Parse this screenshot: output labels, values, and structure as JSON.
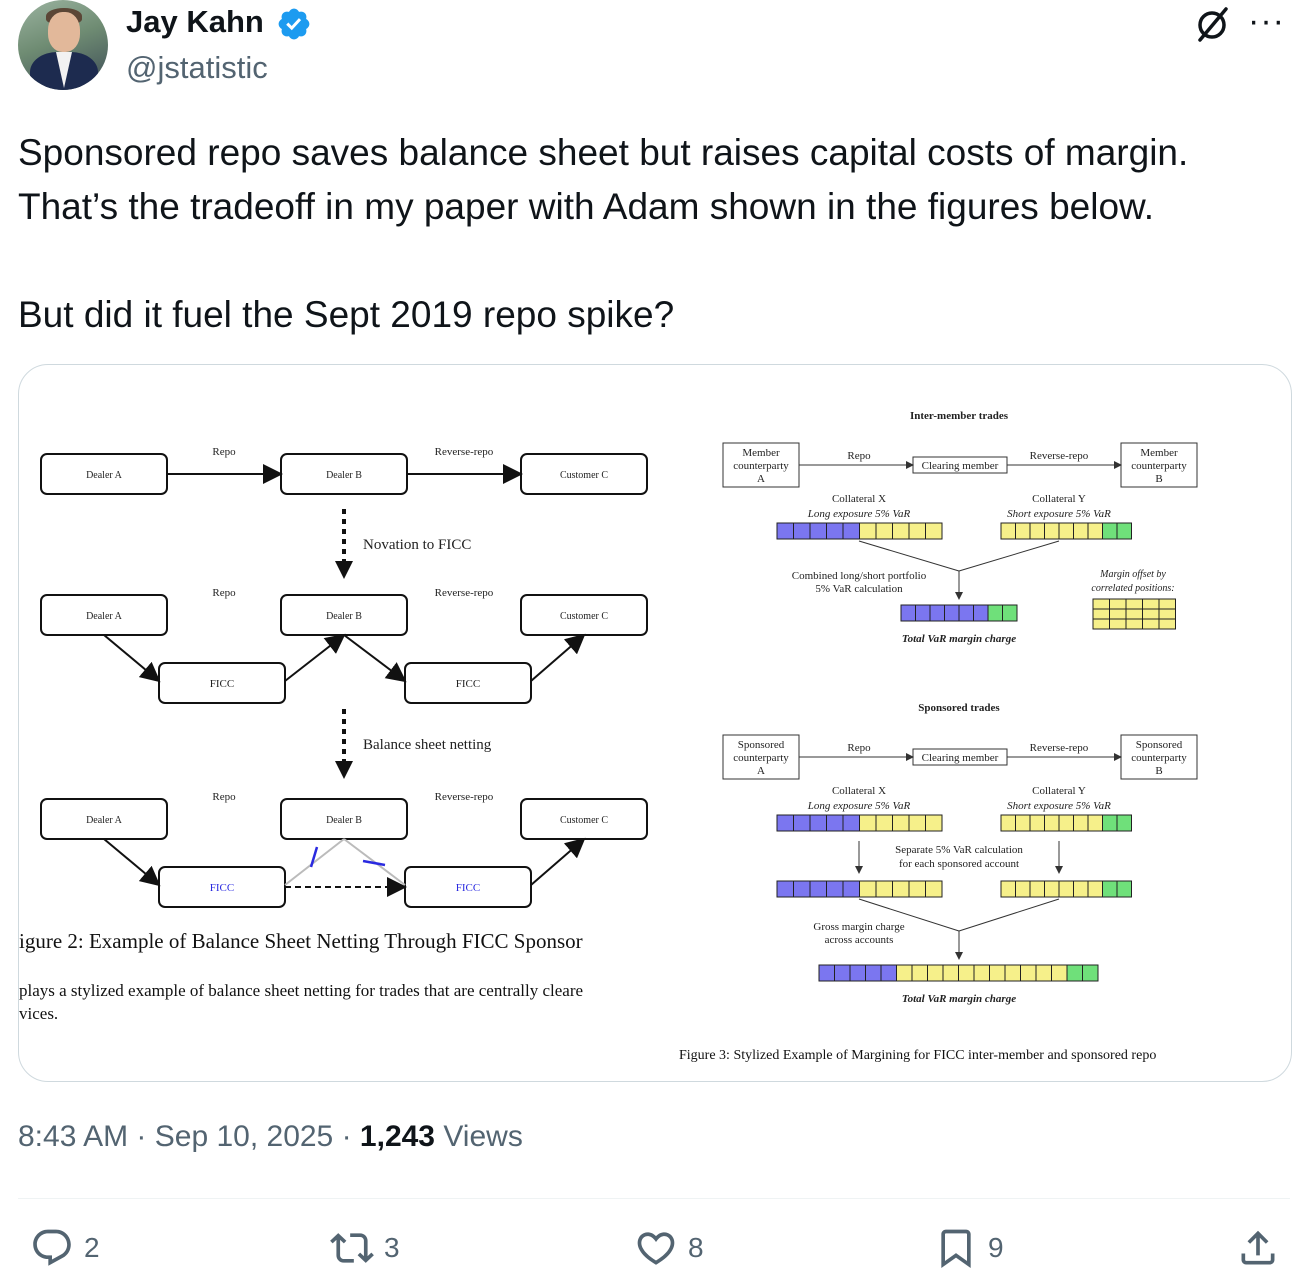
{
  "author": {
    "name": "Jay Kahn",
    "handle": "@jstatistic"
  },
  "tweet": {
    "text": "Sponsored repo saves balance sheet but raises capital costs of margin. That’s the tradeoff in my paper with Adam shown in the figures below.\n\nBut did it fuel the Sept 2019 repo spike?"
  },
  "figure_left": {
    "repo": "Repo",
    "reverse_repo": "Reverse-repo",
    "dealer_a": "Dealer A",
    "dealer_b": "Dealer B",
    "customer_c": "Customer C",
    "ficc": "FICC",
    "step1": "Novation to FICC",
    "step2": "Balance sheet netting",
    "caption": "igure 2: Example of Balance Sheet Netting Through FICC Sponsor",
    "body_line1": "plays a stylized example of balance sheet netting for trades that are centrally cleare",
    "body_line2": "vices."
  },
  "figure_right": {
    "title_inter": "Inter-member trades",
    "member_cp_a": [
      "Member",
      "counterparty",
      "A"
    ],
    "member_cp_b": [
      "Member",
      "counterparty",
      "B"
    ],
    "repo": "Repo",
    "reverse_repo": "Reverse-repo",
    "clearing_member": "Clearing member",
    "collateral_x": "Collateral X",
    "collateral_y": "Collateral Y",
    "long_exposure": "Long exposure 5% VaR",
    "short_exposure": "Short exposure 5% VaR",
    "combined_1": "Combined long/short portfolio",
    "combined_2": "5% VaR calculation",
    "offset_1": "Margin offset by",
    "offset_2": "correlated positions:",
    "total_var": "Total VaR margin charge",
    "title_sponsored": "Sponsored trades",
    "sponsored_cp_a": [
      "Sponsored",
      "counterparty",
      "A"
    ],
    "sponsored_cp_b": [
      "Sponsored",
      "counterparty",
      "B"
    ],
    "separate_1": "Separate 5% VaR calculation",
    "separate_2": "for each sponsored account",
    "gross_1": "Gross margin charge",
    "gross_2": "across accounts",
    "caption": "Figure 3: Stylized Example of Margining for FICC inter-member and sponsored repo"
  },
  "meta": {
    "time": "8:43 AM",
    "sep": " · ",
    "date": "Sep 10, 2025",
    "views_count": "1,243",
    "views_label": " Views"
  },
  "actions": {
    "replies": "2",
    "reposts": "3",
    "likes": "8",
    "bookmarks": "9"
  },
  "icons": [
    "verified-badge-icon",
    "grok-icon",
    "more-icon",
    "reply-icon",
    "repost-icon",
    "like-icon",
    "bookmark-icon",
    "share-icon"
  ],
  "colors": {
    "verified": "#1d9bf0",
    "bar_blue": "#7b76f0",
    "bar_yellow": "#f6f08a",
    "bar_green": "#6fe07a"
  }
}
